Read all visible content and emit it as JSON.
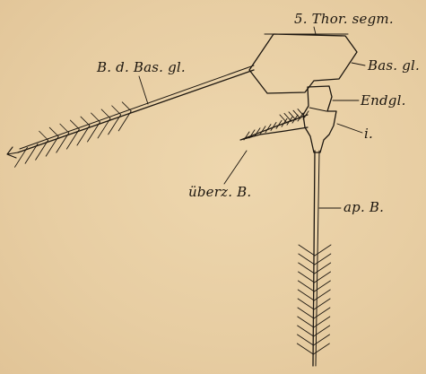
{
  "labels": {
    "thoracic_segment": "5. Thor. segm.",
    "basal_segment": "Bas. gl.",
    "endopod": "Endgl.",
    "inner": "i.",
    "bristle_of_basal": "B. d. Bas. gl.",
    "covered_bristle": "überz. B.",
    "apical_bristle": "ap. B."
  },
  "colors": {
    "paper": "#e9d0a6",
    "ink": "#1c160f"
  }
}
